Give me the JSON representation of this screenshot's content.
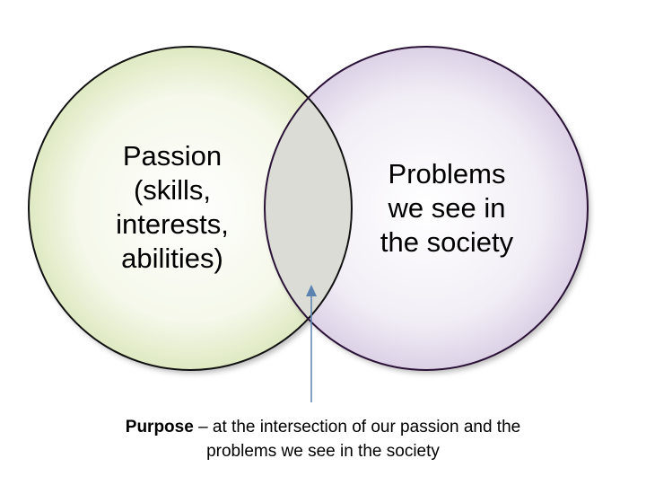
{
  "venn": {
    "left_circle": {
      "lines": [
        "Passion",
        "(skills,",
        "interests,",
        "abilities)"
      ],
      "fill": "#eef3dc",
      "stroke": "#111111"
    },
    "right_circle": {
      "lines": [
        "Problems",
        "we see in",
        "the society"
      ],
      "fill": "#ece6f1",
      "stroke": "#2a1236"
    },
    "intersection_fill": "#dcdcd6",
    "arrow_color": "#5b82b0"
  },
  "caption": {
    "term": "Purpose",
    "text": " – at the intersection of our passion and the",
    "line2": "problems we see in the society"
  }
}
